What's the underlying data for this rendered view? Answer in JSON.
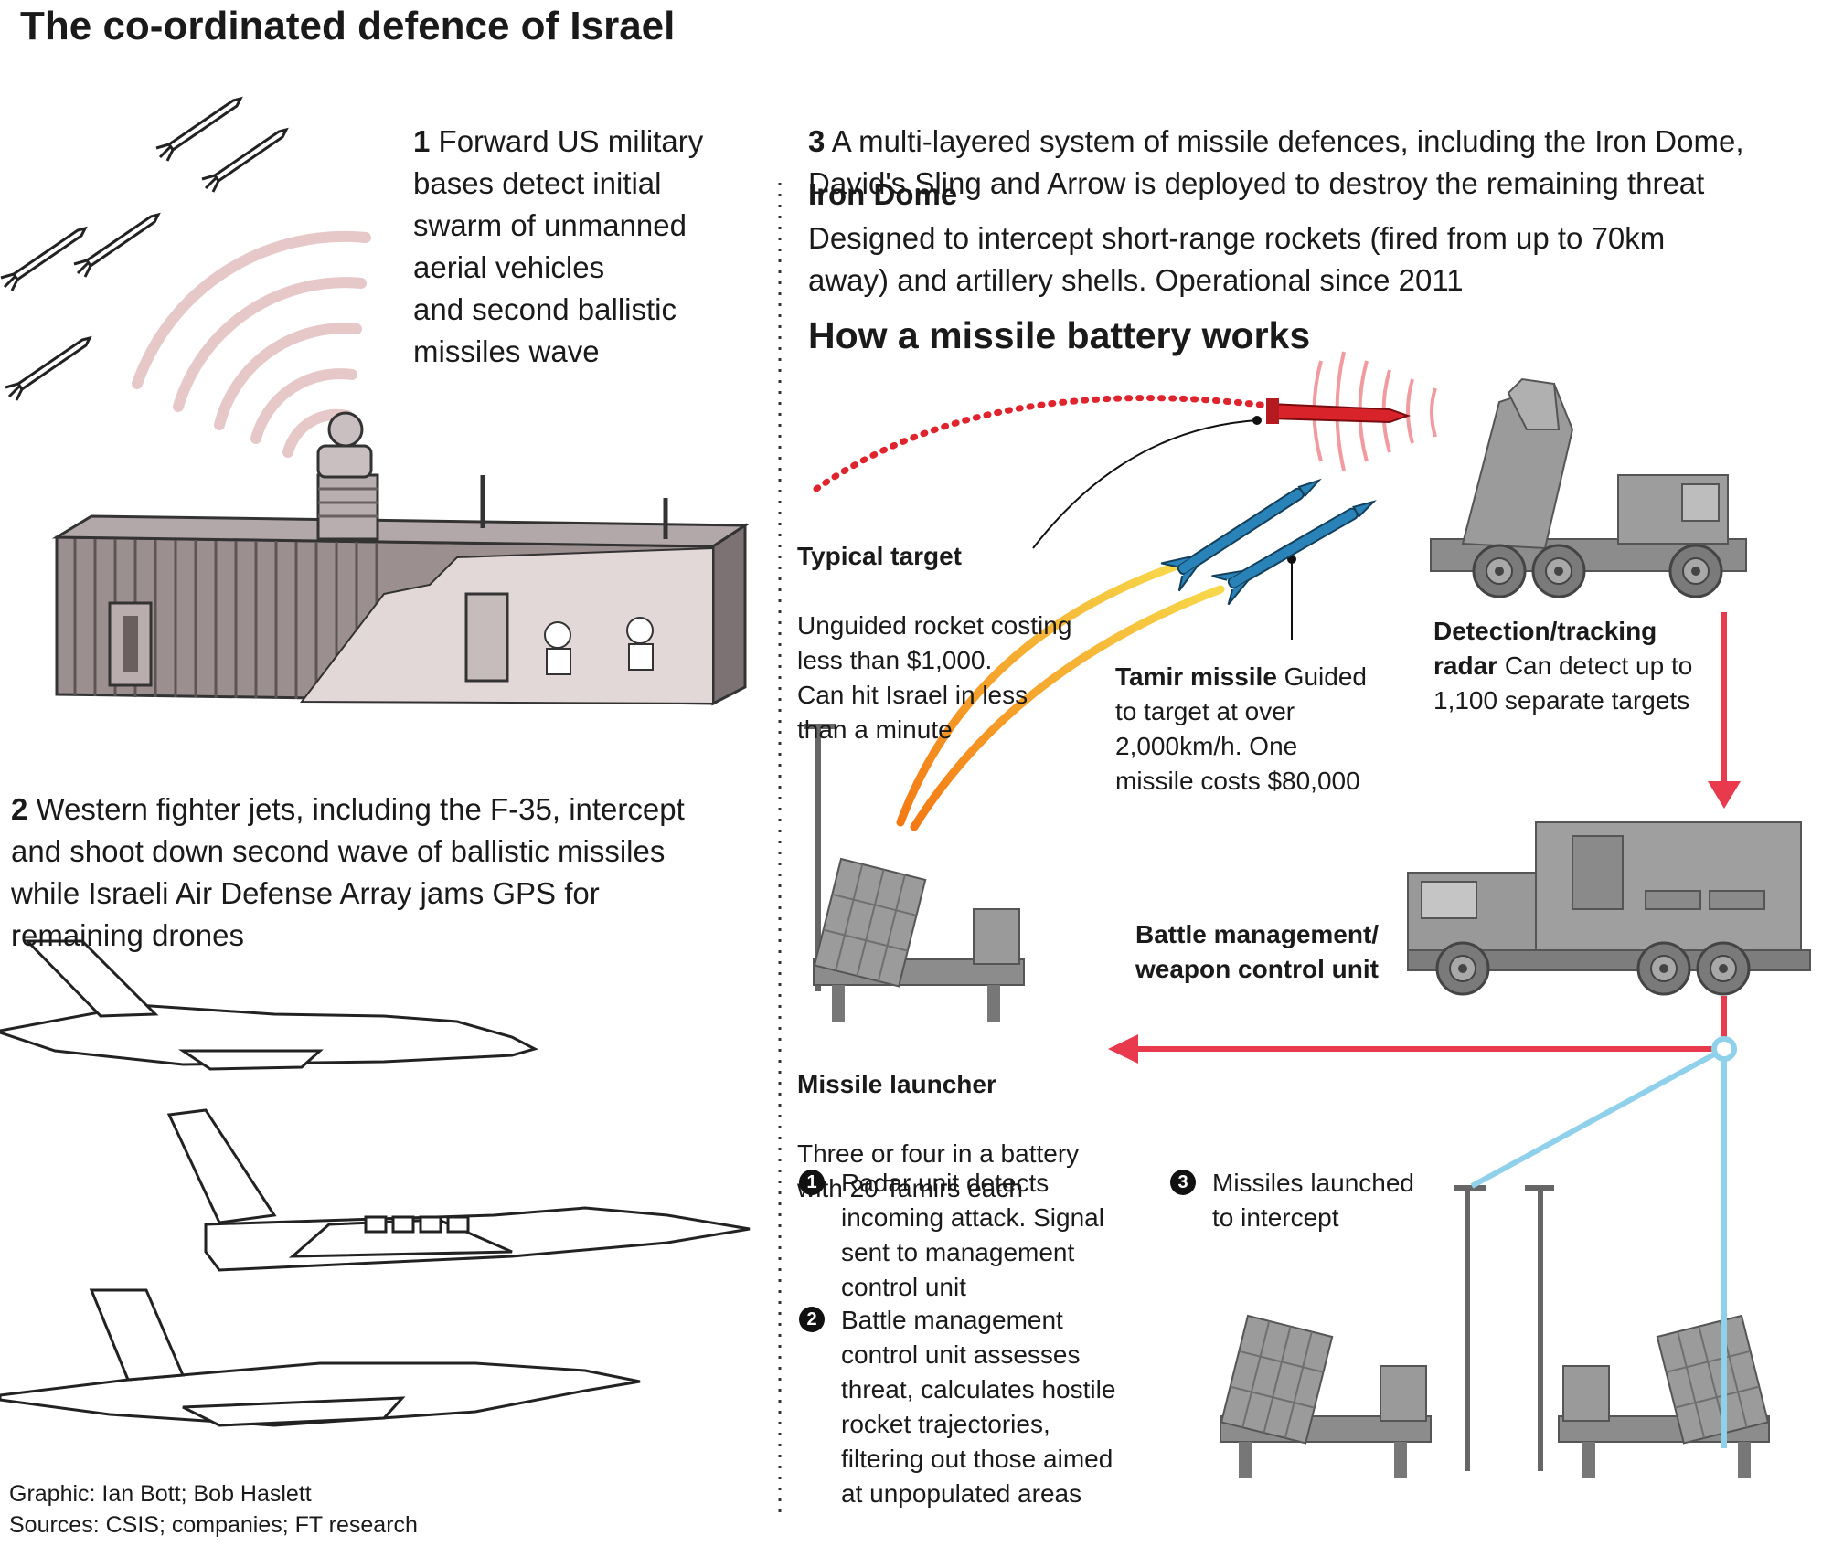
{
  "title": "The co-ordinated defence of Israel",
  "step1": {
    "num": "1",
    "text": "Forward US military\nbases detect initial\nswarm of unmanned\naerial vehicles\nand second ballistic\nmissiles wave"
  },
  "step2": {
    "num": "2",
    "text": "Western fighter jets, including the F-35, intercept\nand shoot down second wave of ballistic missiles\nwhile Israeli Air Defense Array jams GPS for\nremaining drones"
  },
  "step3": {
    "num": "3",
    "text": "A multi-layered system of missile defences, including the Iron Dome,\nDavid's Sling and Arrow is deployed to destroy the remaining threat"
  },
  "iron_dome": {
    "heading": "Iron Dome",
    "text": "Designed to intercept short-range rockets (fired from up to 70km\naway) and artillery shells. Operational since 2011"
  },
  "battery_heading": "How a missile battery works",
  "typical_target": {
    "label": "Typical target",
    "text": "Unguided rocket costing\nless than $1,000.\nCan hit Israel in less\nthan a minute"
  },
  "tamir": {
    "label": "Tamir missile",
    "text": " Guided\nto target at over\n2,000km/h. One\nmissile costs $80,000"
  },
  "radar": {
    "label": "Detection/tracking\nradar",
    "text": " Can detect up to\n1,100 separate targets"
  },
  "battle_unit": {
    "label": "Battle management/\nweapon control unit"
  },
  "launcher": {
    "label": "Missile launcher",
    "text": "Three or four in a battery\nwith 20 Tamirs each"
  },
  "process": [
    {
      "num": "1",
      "text": "Radar unit detects\nincoming attack. Signal\nsent to management\ncontrol unit"
    },
    {
      "num": "2",
      "text": "Battle management\ncontrol unit assesses\nthreat, calculates hostile\nrocket trajectories,\nfiltering out those aimed\nat unpopulated areas"
    },
    {
      "num": "3",
      "text": "Missiles launched\nto intercept"
    }
  ],
  "source": "Graphic: Ian Bott; Bob Haslett\nSources: CSIS; companies; FT research",
  "colors": {
    "arrow_red": "#e8394d",
    "link_blue": "#8fd0ea",
    "trajectory_red": "#e0242e",
    "tamir_blue": "#2a83b8",
    "trail_orange": "#f39a1f",
    "vehicle_gray": "#8c8c8c",
    "container_mauve": "#8a7f80"
  }
}
